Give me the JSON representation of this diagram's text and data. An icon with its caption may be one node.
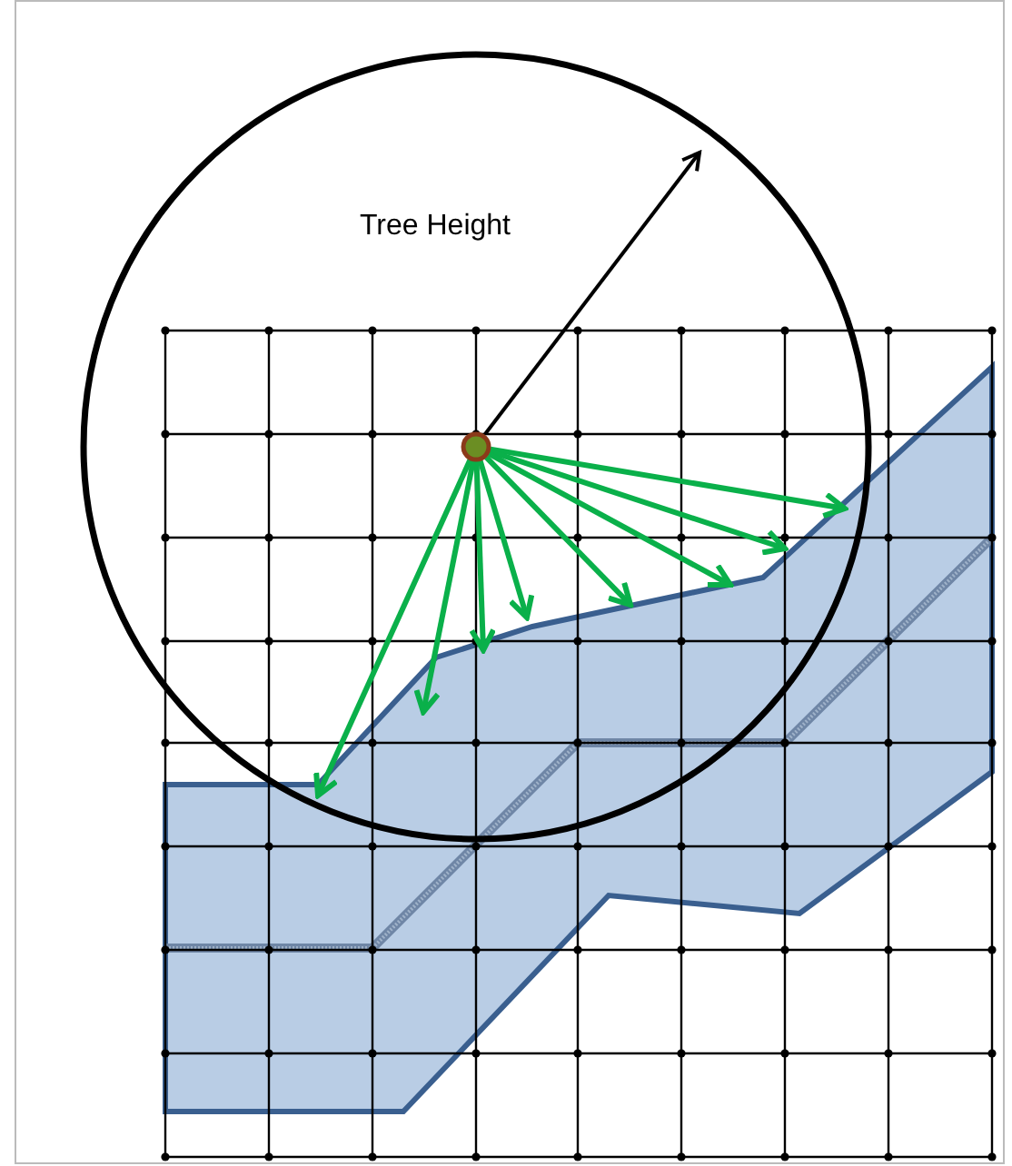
{
  "diagram": {
    "nodes": [
      {
        "text": [
          "Tree Height"
        ]
      },
      {
        "text": [],
        "shape": "circle",
        "in": 0
      },
      {
        "text": [],
        "shape": "band"
      }
    ],
    "edges": [
      {
        "from": 1,
        "to": 2,
        "arrow": "to"
      },
      {
        "from": 1,
        "to": 2,
        "arrow": "to"
      },
      {
        "from": 1,
        "to": 2,
        "arrow": "to"
      },
      {
        "from": 1,
        "to": 2,
        "arrow": "to"
      },
      {
        "from": 1,
        "to": 2,
        "arrow": "to"
      },
      {
        "from": 1,
        "to": 2,
        "arrow": "to"
      },
      {
        "from": 1,
        "to": 2,
        "arrow": "to"
      },
      {
        "from": 1,
        "to": 2,
        "arrow": "to"
      }
    ]
  }
}
